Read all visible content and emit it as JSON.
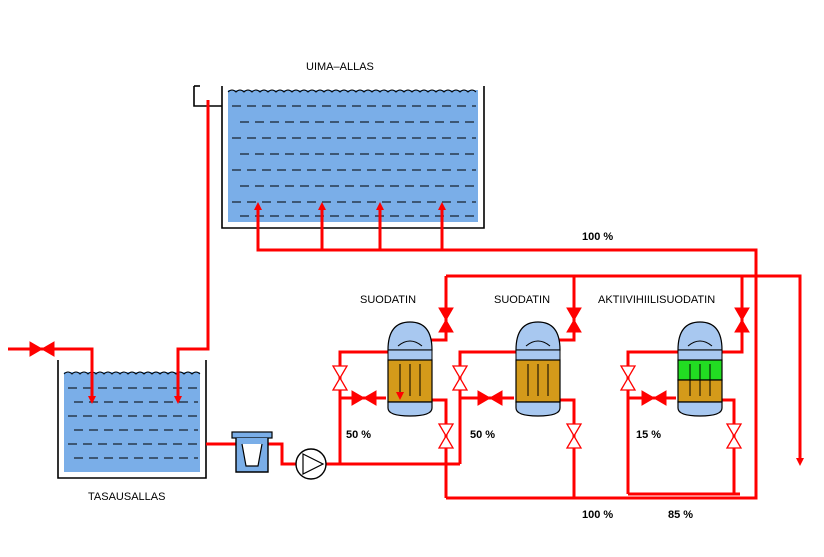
{
  "labels": {
    "pool": "UIMA–ALLAS",
    "balance_tank": "TASAUSALLAS",
    "filter1": "SUODATIN",
    "filter2": "SUODATIN",
    "carbon_filter": "AKTIIVIHIILISUODATIN"
  },
  "flows": {
    "return_to_pool": "100 %",
    "filter1_share": "50 %",
    "filter2_share": "50 %",
    "carbon_share": "15 %",
    "bottom_total": "100 %",
    "bypass_share": "85 %"
  },
  "colors": {
    "pipe": "#ff0000",
    "water": "#7aaee8",
    "filter_media": "#d49a1a",
    "carbon_media": "#22dd22",
    "vessel_dome": "#a8c8f0"
  }
}
